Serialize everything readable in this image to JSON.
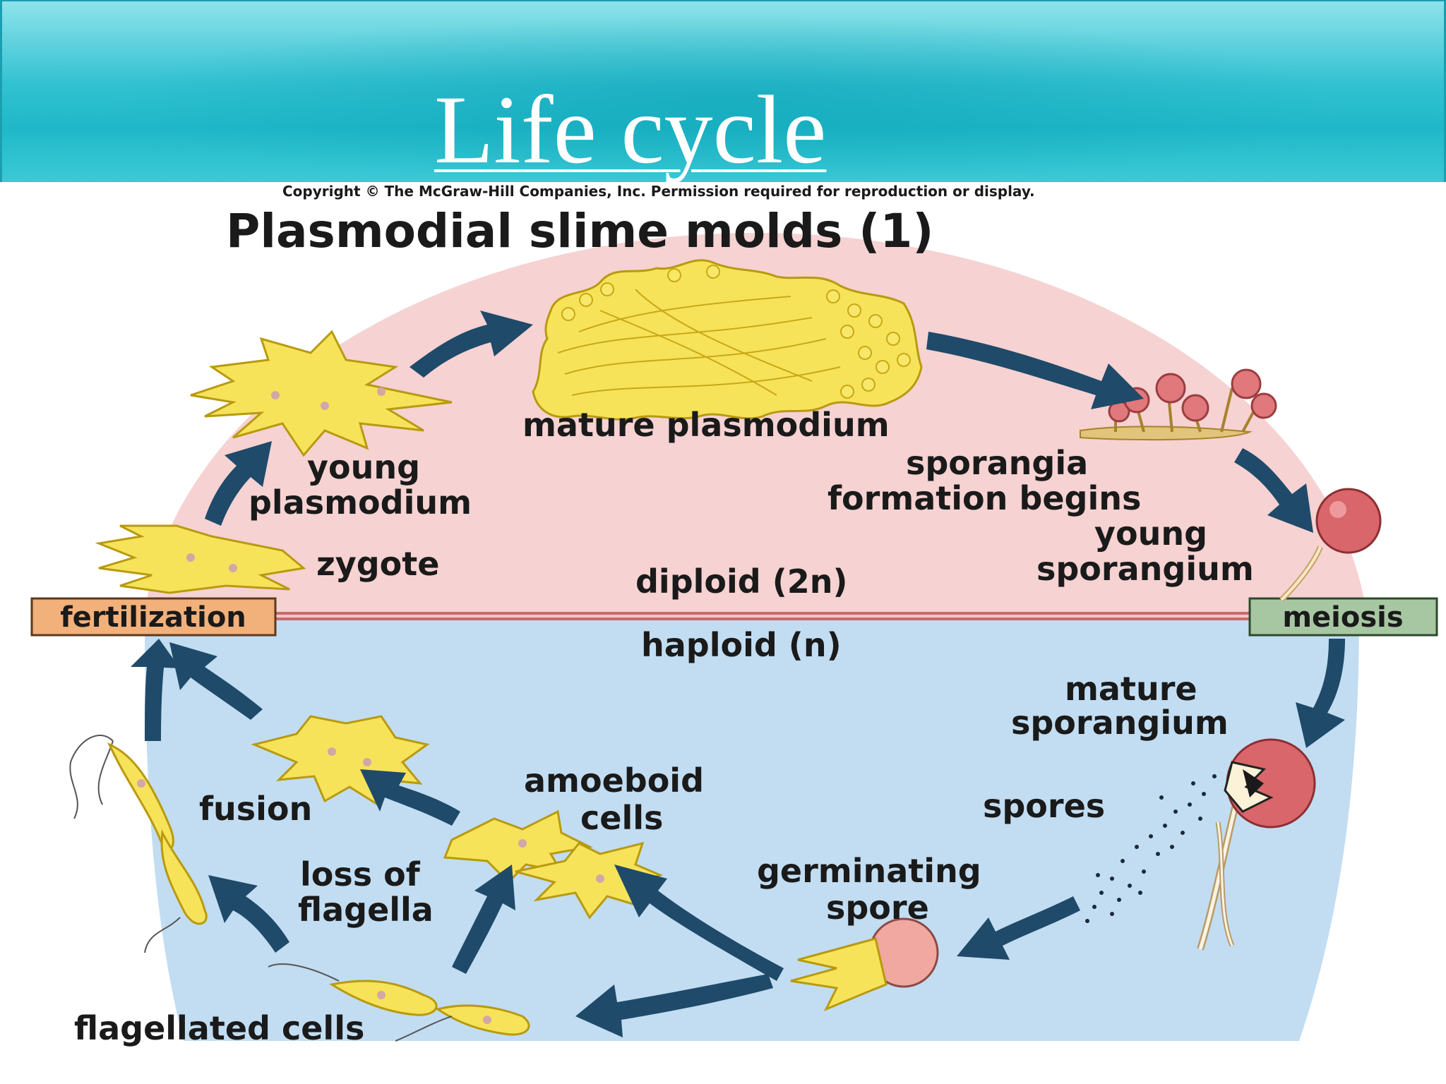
{
  "slide": {
    "title": "Life cycle"
  },
  "figure": {
    "copyright": "Copyright © The McGraw-Hill Companies, Inc. Permission required for reproduction or display.",
    "heading": "Plasmodial slime molds (1)"
  },
  "labels": {
    "mature_plasmodium": "mature plasmodium",
    "young_plasmodium_1": "young",
    "young_plasmodium_2": "plasmodium",
    "sporangia_1": "sporangia",
    "sporangia_2": "formation begins",
    "young_sporangium_1": "young",
    "young_sporangium_2": "sporangium",
    "zygote": "zygote",
    "diploid": "diploid (2n)",
    "fertilization": "fertilization",
    "meiosis": "meiosis",
    "haploid": "haploid (n)",
    "mature_sporangium_1": "mature",
    "mature_sporangium_2": "sporangium",
    "amoeboid_1": "amoeboid",
    "amoeboid_2": "cells",
    "fusion": "fusion",
    "spores": "spores",
    "loss_of_flagella_1": "loss of",
    "loss_of_flagella_2": "flagella",
    "germinating_1": "germinating",
    "germinating_2": "spore",
    "flagellated_cells": "flagellated cells"
  },
  "colors": {
    "diploid_zone": "#f6d2d2",
    "haploid_zone": "#c2ddf2",
    "arrow": "#1f4a6a",
    "cell_fill": "#f7e35a",
    "cell_stroke": "#b89a10",
    "fertilization_box": "#f2b07a",
    "meiosis_box": "#a7c7a3",
    "sporangium": "#d9666a"
  }
}
